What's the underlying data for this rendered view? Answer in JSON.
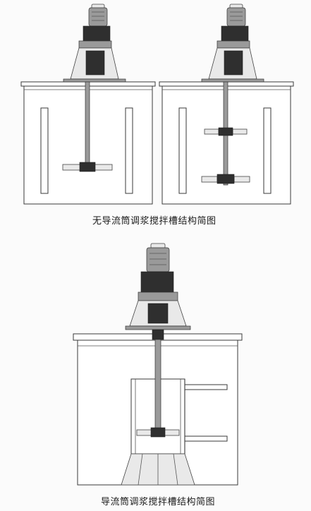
{
  "figures": [
    {
      "id": "without-draft-tube",
      "caption": "无导流筒调浆搅拌槽结构简图"
    },
    {
      "id": "with-draft-tube",
      "caption": "导流筒调浆搅拌槽结构简图"
    }
  ]
}
